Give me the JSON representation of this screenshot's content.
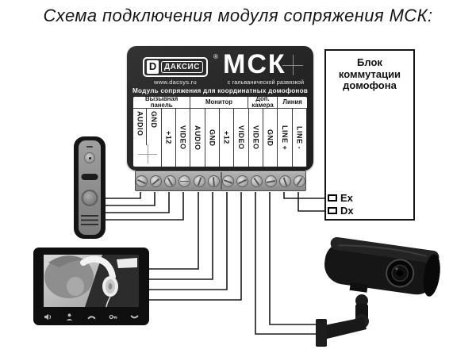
{
  "title": "Схема подключения модуля сопряжения МСК:",
  "module": {
    "logo_letter": "D",
    "brand": "ДАКСИС",
    "reg": "®",
    "website": "www.dacsys.ru",
    "model": "МСК",
    "tagline": "с гальванической развязкой",
    "subtitle": "Модуль сопряжения для координатных домофонов",
    "sections": [
      {
        "label": "Вызывная панель",
        "cols": 4
      },
      {
        "label": "Монитор",
        "cols": 4
      },
      {
        "label": "Доп. камера",
        "cols": 2
      },
      {
        "label": "Линия",
        "cols": 2
      }
    ],
    "terminals": [
      "AUDIO",
      "GND",
      "+12",
      "VIDEO",
      "AUDIO",
      "GND",
      "+12",
      "VIDEO",
      "VIDEO",
      "GND",
      "LINE +",
      "LINE -"
    ]
  },
  "switch_box": {
    "title": "Блок коммутации домофона",
    "terminals": [
      "Ex",
      "Dx"
    ]
  },
  "monitor": {
    "icons": [
      "speaker-icon",
      "person-icon",
      "talk-handset-icon",
      "key-icon",
      "hangup-handset-icon"
    ]
  },
  "colors": {
    "module_body": "#2b2b2b",
    "terminal_strip": "#9b9b9b",
    "wire": "#1a1a1a",
    "background": "#ffffff"
  }
}
